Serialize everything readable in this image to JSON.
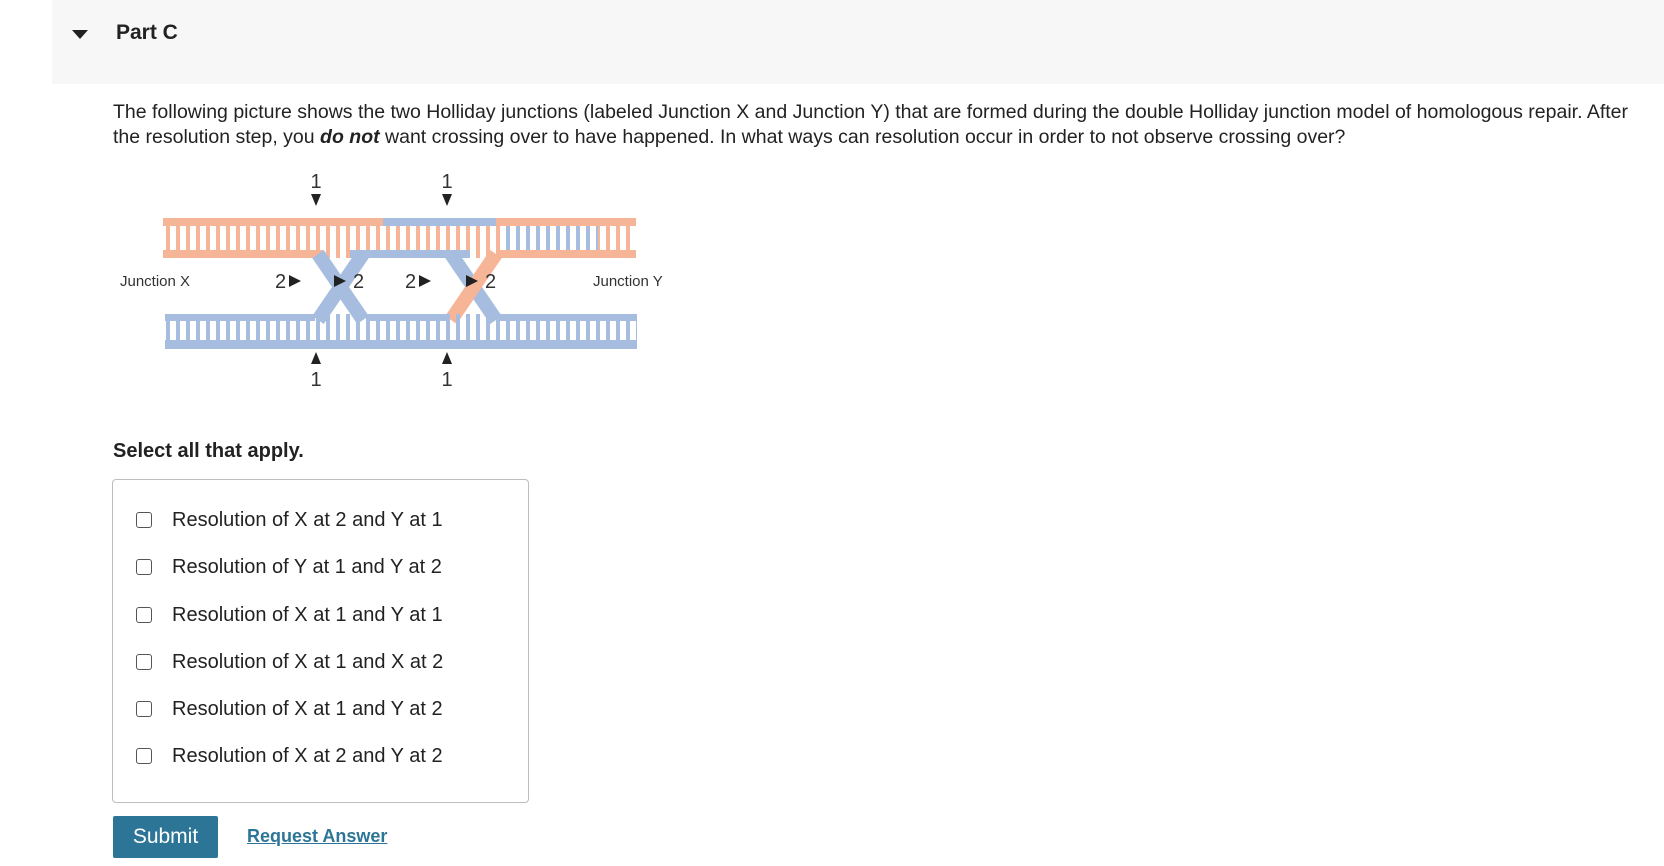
{
  "part": {
    "title": "Part C",
    "caret_icon": "caret-down-icon"
  },
  "question": {
    "text_before": "The following picture shows the two Holliday junctions (labeled Junction X and Junction Y) that are formed during the double Holliday junction model of homologous repair. After the resolution step, you ",
    "emphasis": "do not",
    "text_after": " want crossing over to have happened. In what ways can resolution occur in order to not observe crossing over?"
  },
  "diagram": {
    "junction_x_label": "Junction X",
    "junction_y_label": "Junction Y",
    "site_1_label": "1",
    "site_2_label": "2",
    "colors": {
      "orange_strand": "#f6b597",
      "blue_strand": "#a6bde0",
      "text": "#333333"
    }
  },
  "select_label": "Select all that apply.",
  "options": [
    {
      "label": "Resolution of X at 2 and Y at 1",
      "checked": false
    },
    {
      "label": "Resolution of Y at 1 and Y at 2",
      "checked": false
    },
    {
      "label": "Resolution of X at 1 and Y at 1",
      "checked": false
    },
    {
      "label": "Resolution of X at 1 and X at 2",
      "checked": false
    },
    {
      "label": "Resolution of X at 1 and Y at 2",
      "checked": false
    },
    {
      "label": "Resolution of X at 2 and Y at 2",
      "checked": false
    }
  ],
  "actions": {
    "submit_label": "Submit",
    "request_answer_label": "Request Answer"
  },
  "colors": {
    "accent": "#2d7597",
    "header_bg": "#f7f7f7"
  }
}
